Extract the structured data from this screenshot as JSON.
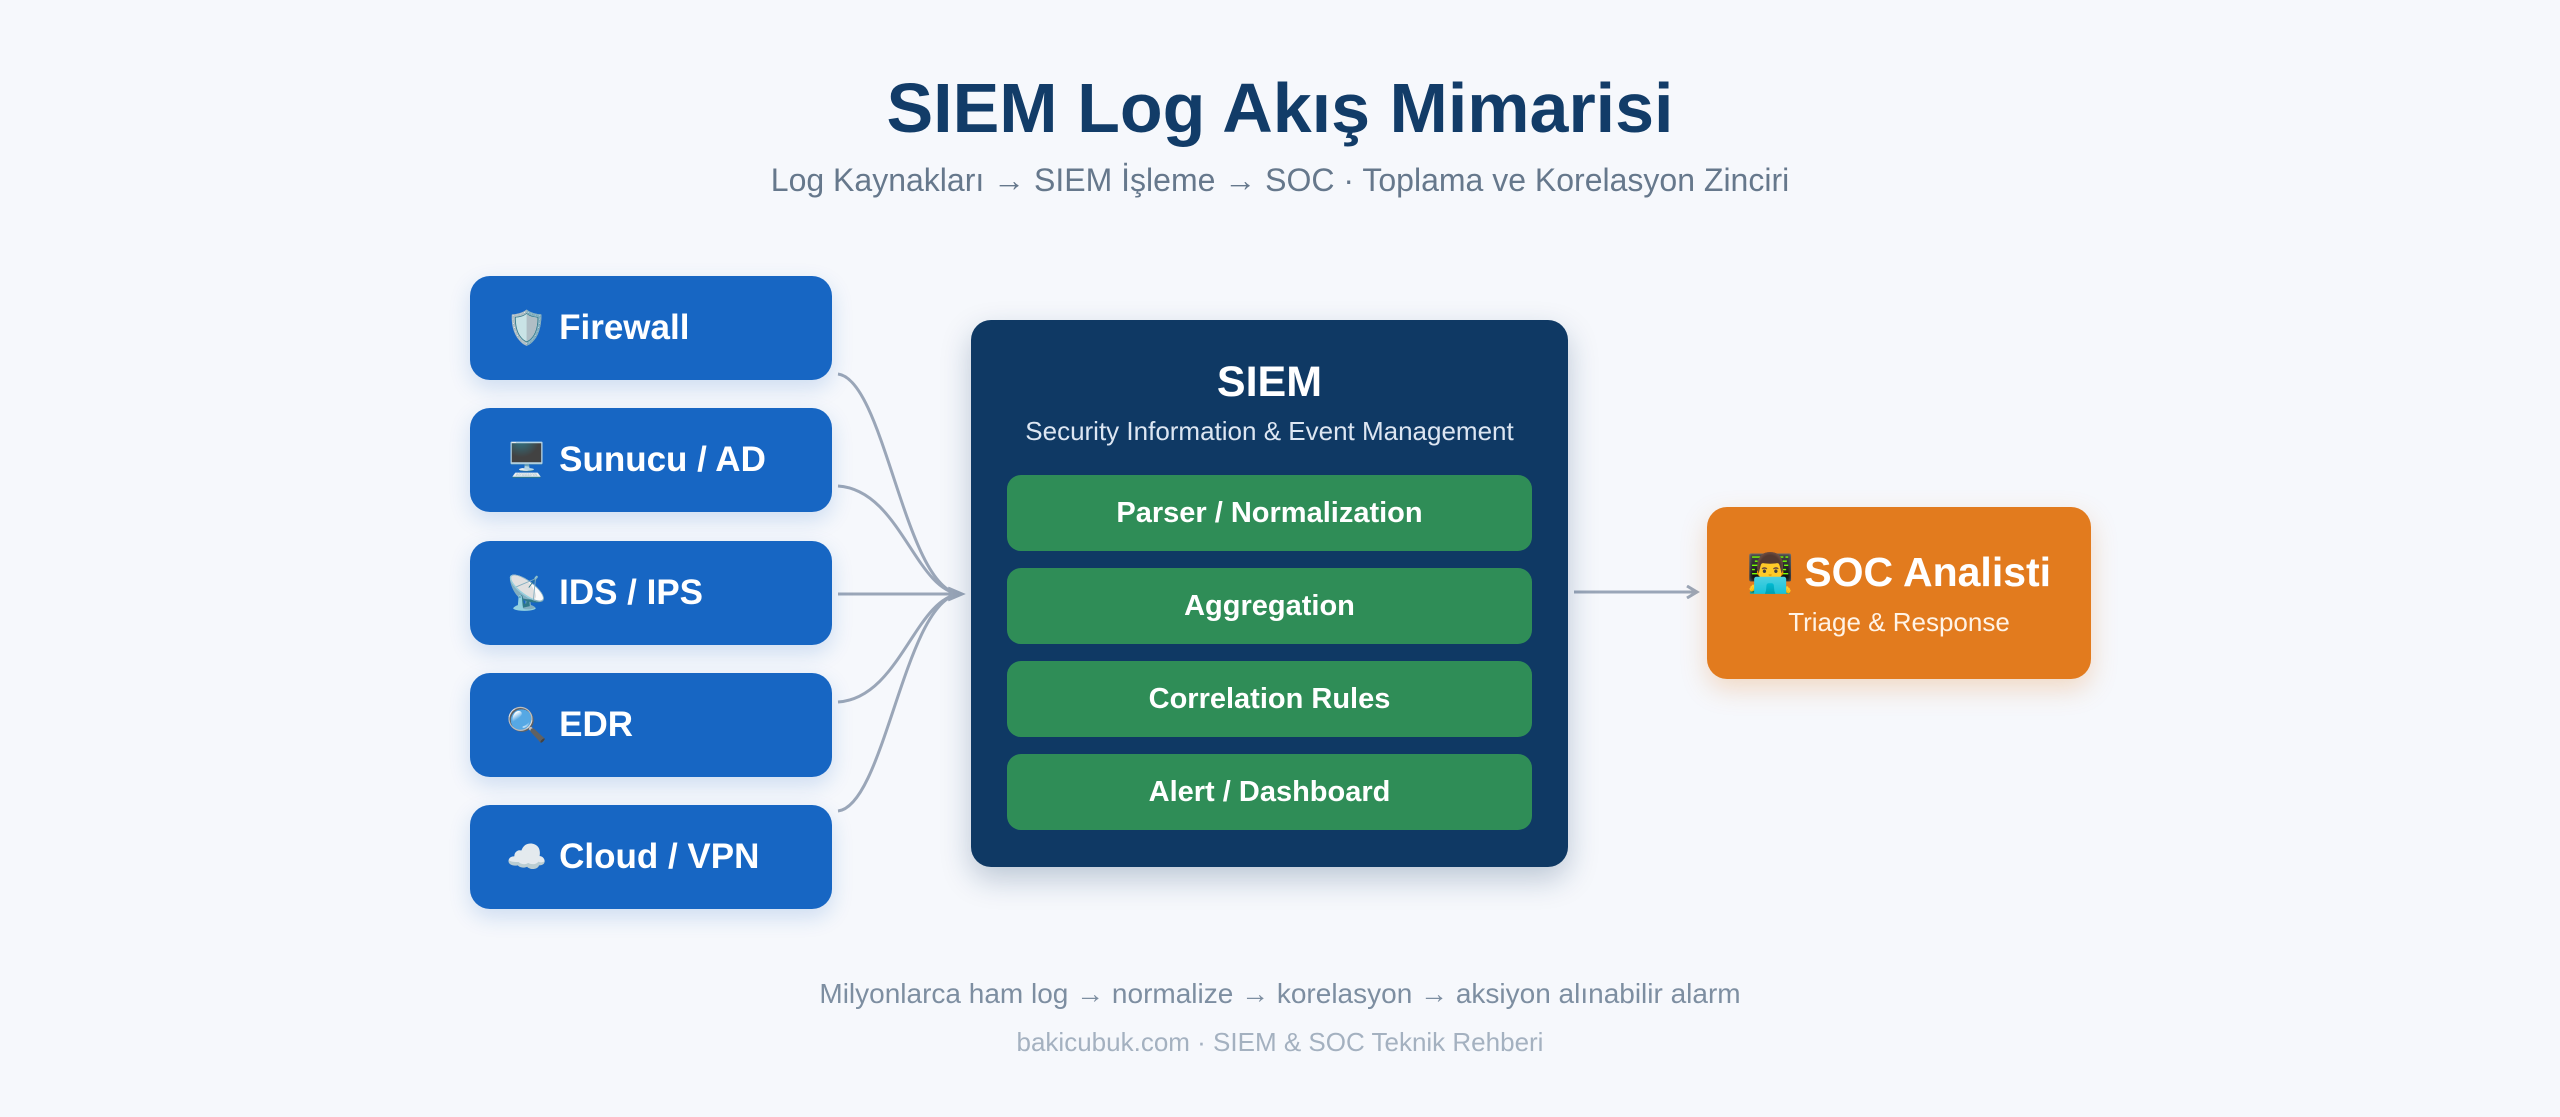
{
  "header": {
    "title": "SIEM Log Akış Mimarisi",
    "subtitle": "Log Kaynakları → SIEM İşleme → SOC · Toplama ve Korelasyon Zinciri"
  },
  "sources": [
    {
      "icon": "🛡️",
      "label": "Firewall"
    },
    {
      "icon": "🖥️",
      "label": "Sunucu / AD"
    },
    {
      "icon": "📡",
      "label": "IDS / IPS"
    },
    {
      "icon": "🔍",
      "label": "EDR"
    },
    {
      "icon": "☁️",
      "label": "Cloud / VPN"
    }
  ],
  "siem": {
    "title": "SIEM",
    "subtitle": "Security Information & Event Management",
    "stages": [
      "Parser / Normalization",
      "Aggregation",
      "Correlation Rules",
      "Alert / Dashboard"
    ]
  },
  "soc": {
    "icon": "👨‍💻",
    "title": "SOC Analisti",
    "subtitle": "Triage & Response"
  },
  "footer": {
    "flow": "Milyonlarca ham log → normalize → korelasyon → aksiyon alınabilir alarm",
    "credit": "bakicubuk.com · SIEM & SOC Teknik Rehberi"
  },
  "colors": {
    "title": "#123c68",
    "source_box": "#1766c3",
    "siem_box": "#0f3964",
    "stage_box": "#2f8d57",
    "soc_box": "#e27b1e",
    "connector": "#9aa6b8"
  }
}
